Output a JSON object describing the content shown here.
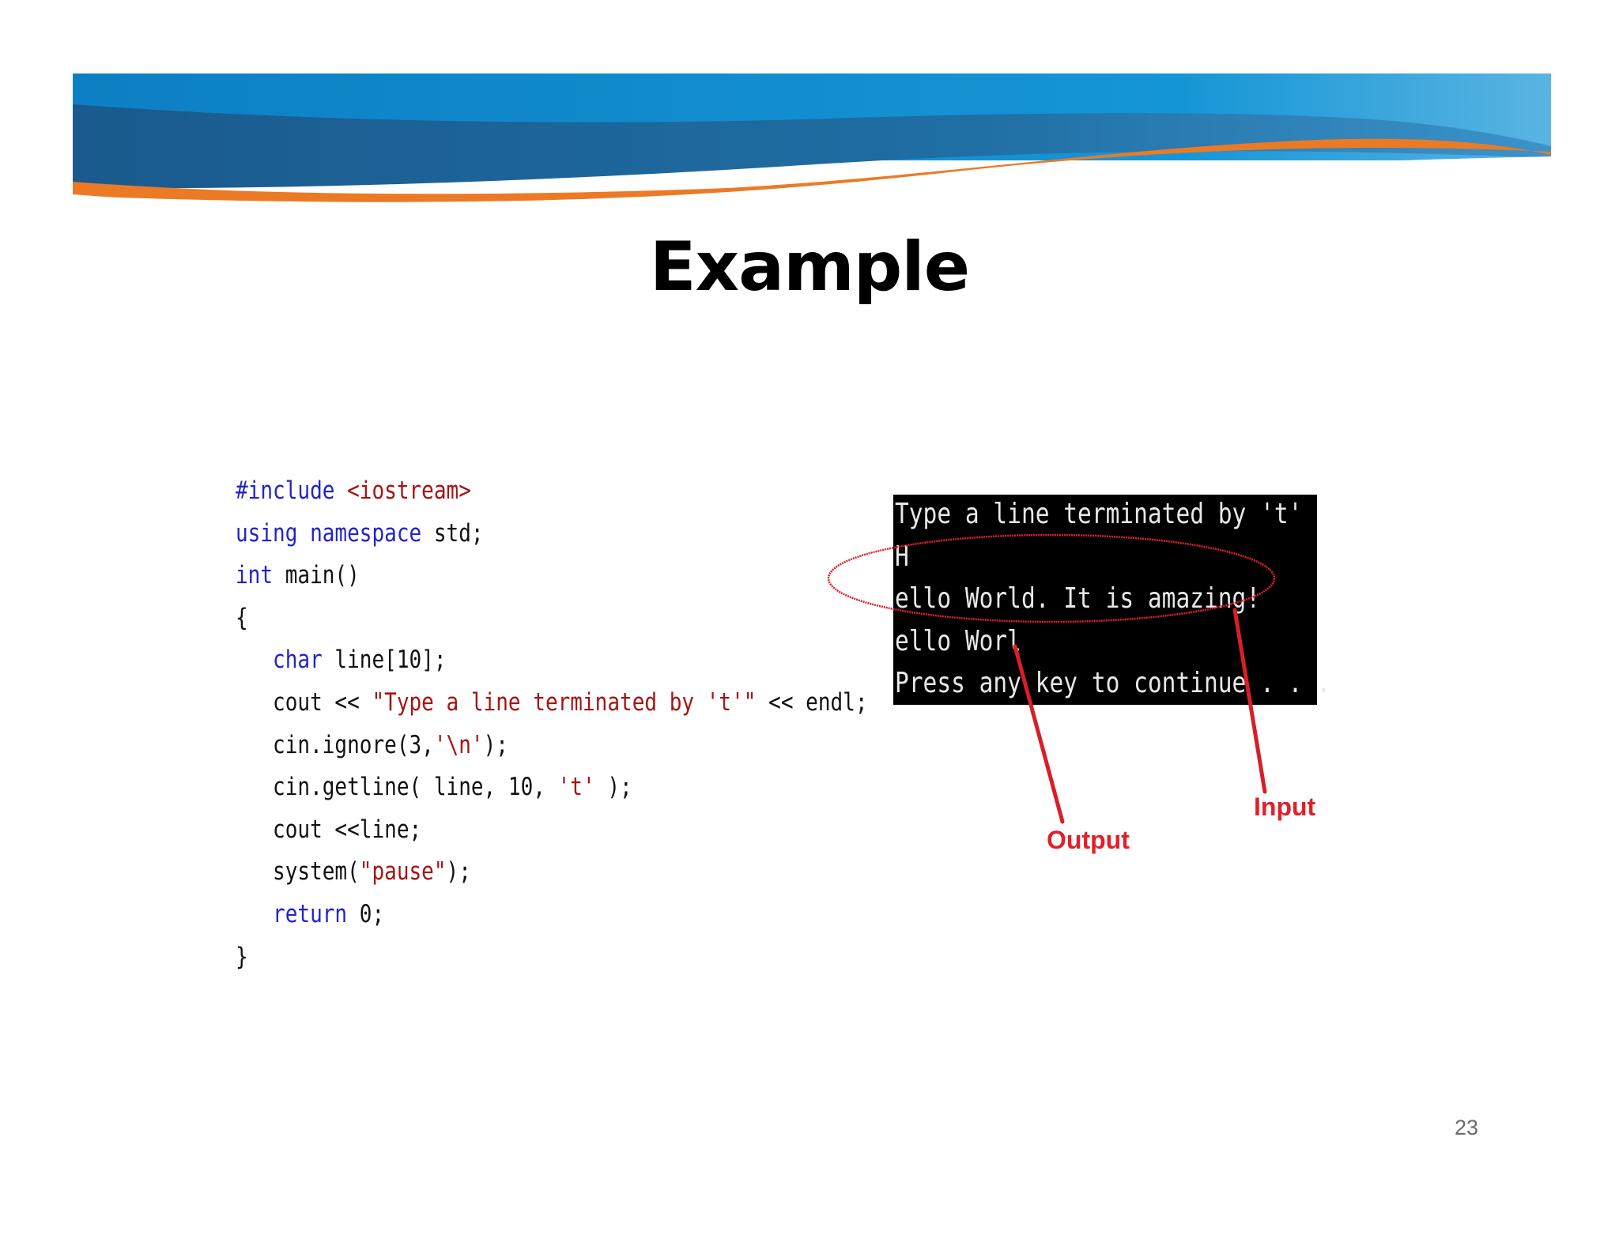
{
  "slide": {
    "title": "Example",
    "page_number": "23"
  },
  "code": {
    "lines": [
      {
        "indent": "",
        "parts": [
          {
            "text": "#include ",
            "style": "kw"
          },
          {
            "text": "<iostream>",
            "style": "inc"
          }
        ]
      },
      {
        "indent": "",
        "parts": [
          {
            "text": "using",
            "style": "kw"
          },
          {
            "text": " ",
            "style": ""
          },
          {
            "text": "namespace",
            "style": "kw"
          },
          {
            "text": " std;",
            "style": ""
          }
        ]
      },
      {
        "indent": "",
        "parts": [
          {
            "text": "int",
            "style": "kw"
          },
          {
            "text": " main()",
            "style": ""
          }
        ]
      },
      {
        "indent": "",
        "parts": [
          {
            "text": "{",
            "style": ""
          }
        ]
      },
      {
        "indent": "   ",
        "parts": [
          {
            "text": "char",
            "style": "kw"
          },
          {
            "text": " line[10];",
            "style": ""
          }
        ]
      },
      {
        "indent": "   ",
        "parts": [
          {
            "text": "cout << ",
            "style": ""
          },
          {
            "text": "\"Type a line terminated by 't'\"",
            "style": "str"
          },
          {
            "text": " << endl;",
            "style": ""
          }
        ]
      },
      {
        "indent": "   ",
        "parts": [
          {
            "text": "cin.ignore(3,",
            "style": ""
          },
          {
            "text": "'\\n'",
            "style": "str"
          },
          {
            "text": ");",
            "style": ""
          }
        ]
      },
      {
        "indent": "   ",
        "parts": [
          {
            "text": "cin.getline( line, 10, ",
            "style": ""
          },
          {
            "text": "'t'",
            "style": "str"
          },
          {
            "text": " );",
            "style": ""
          }
        ]
      },
      {
        "indent": "   ",
        "parts": [
          {
            "text": "cout <<line;",
            "style": ""
          }
        ]
      },
      {
        "indent": "   ",
        "parts": [
          {
            "text": "system(",
            "style": ""
          },
          {
            "text": "\"pause\"",
            "style": "str"
          },
          {
            "text": ");",
            "style": ""
          }
        ]
      },
      {
        "indent": "   ",
        "parts": [
          {
            "text": "return",
            "style": "kw"
          },
          {
            "text": " 0;",
            "style": ""
          }
        ]
      },
      {
        "indent": "",
        "parts": [
          {
            "text": "}",
            "style": ""
          }
        ]
      }
    ]
  },
  "console": {
    "lines": [
      "Type a line terminated by 't'",
      "H",
      "ello World. It is amazing!",
      "ello Worl",
      "Press any key to continue . . ."
    ]
  },
  "annotations": {
    "output_label": "Output",
    "input_label": "Input"
  },
  "colors": {
    "banner_blue_dark": "#1e5f93",
    "banner_blue_light": "#1d9ad8",
    "banner_orange": "#ec7a25",
    "keyword": "#2323c9",
    "string": "#a31515",
    "annotation_red": "#e0202a"
  }
}
